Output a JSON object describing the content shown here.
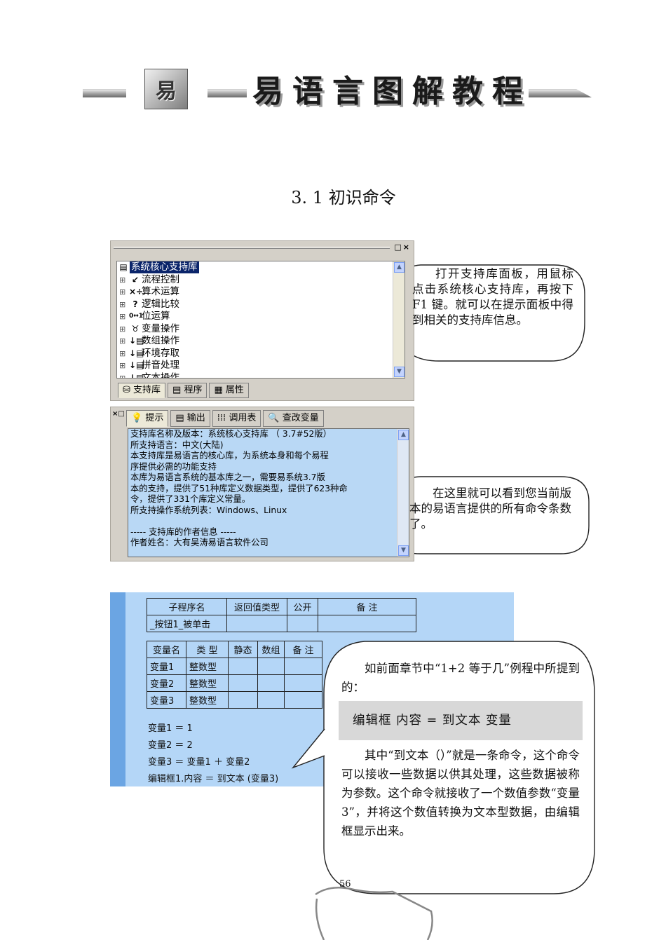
{
  "header": {
    "title_chars": [
      "易",
      "语",
      "言",
      "图",
      "解",
      "教",
      "程"
    ],
    "logo_char": "易"
  },
  "section_title": "3. 1 初识命令",
  "panel1": {
    "window_buttons": "□×",
    "tree": [
      {
        "icon": "▤",
        "label": "系统核心支持库",
        "selected": true,
        "expander": ""
      },
      {
        "icon": "↙",
        "label": "流程控制",
        "expander": "⊞"
      },
      {
        "icon": "×÷",
        "label": "算术运算",
        "expander": "⊞"
      },
      {
        "icon": "?",
        "label": "逻辑比较",
        "expander": "⊞"
      },
      {
        "icon": "0↔1",
        "label": "位运算",
        "expander": "⊞"
      },
      {
        "icon": "♉",
        "label": "变量操作",
        "expander": "⊞"
      },
      {
        "icon": "↓▤",
        "label": "数组操作",
        "expander": "⊞"
      },
      {
        "icon": "↓▤",
        "label": "环境存取",
        "expander": "⊞"
      },
      {
        "icon": "↓▤",
        "label": "拼音处理",
        "expander": "⊞"
      },
      {
        "icon": "↓▤",
        "label": "文本操作",
        "expander": "⊞"
      }
    ],
    "tabs": [
      "支持库",
      "程序",
      "属性"
    ]
  },
  "panel2": {
    "side_buttons": "×□",
    "tabs": [
      {
        "icon": "💡",
        "label": "提示"
      },
      {
        "icon": "▤",
        "label": "输出"
      },
      {
        "icon": "⁞⁞⁞",
        "label": "调用表"
      },
      {
        "icon": "🔍",
        "label": "查改变量"
      }
    ],
    "lines": [
      "    支持库名称及版本：系统核心支持库 （ 3.7#52版）",
      "    所支持语言：中文(大陆)",
      "    本支持库是易语言的核心库，为系统本身和每个易程",
      "序提供必需的功能支持",
      "    本库为易语言系统的基本库之一，需要易系统3.7版",
      "本的支持，提供了51种库定义数据类型，提供了623种命",
      "令，提供了331个库定义常量。",
      "    所支持操作系统列表：Windows、Linux",
      "",
      "----- 支持库的作者信息 -----",
      "作者姓名：大有吴涛易语言软件公司"
    ]
  },
  "callout1": "打开支持库面板，用鼠标点击系统核心支持库，再按下 F1 键。就可以在提示面板中得到相关的支持库信息。",
  "callout2": "在这里就可以看到您当前版本的易语言提供的所有命令条数了。",
  "callout3": {
    "intro": "如前面章节中“1+2 等于几”例程中所提到的：",
    "code": "编辑框    内容  =  到文本   变量",
    "body": "其中“到文本（）”就是一条命令，这个命令可以接收一些数据以供其处理，这些数据被称为参数。这个命令就接收了一个数值参数“变量 3”，并将这个数值转换为文本型数据，由编辑框显示出来。"
  },
  "editor": {
    "sub_headers": [
      "子程序名",
      "返回值类型",
      "公开",
      "备 注"
    ],
    "sub_row": [
      "_按钮1_被单击",
      "",
      "",
      ""
    ],
    "var_headers": [
      "变量名",
      "类 型",
      "静态",
      "数组",
      "备 注"
    ],
    "vars": [
      [
        "变量1",
        "整数型",
        "",
        "",
        ""
      ],
      [
        "变量2",
        "整数型",
        "",
        "",
        ""
      ],
      [
        "变量3",
        "整数型",
        "",
        "",
        ""
      ]
    ],
    "code_lines": [
      "变量1 ＝ 1",
      "变量2 ＝ 2",
      "变量3 ＝ 变量1 ＋ 变量2",
      "编辑框1.内容 ＝ 到文本 (变量3)"
    ]
  },
  "page_number": "56"
}
